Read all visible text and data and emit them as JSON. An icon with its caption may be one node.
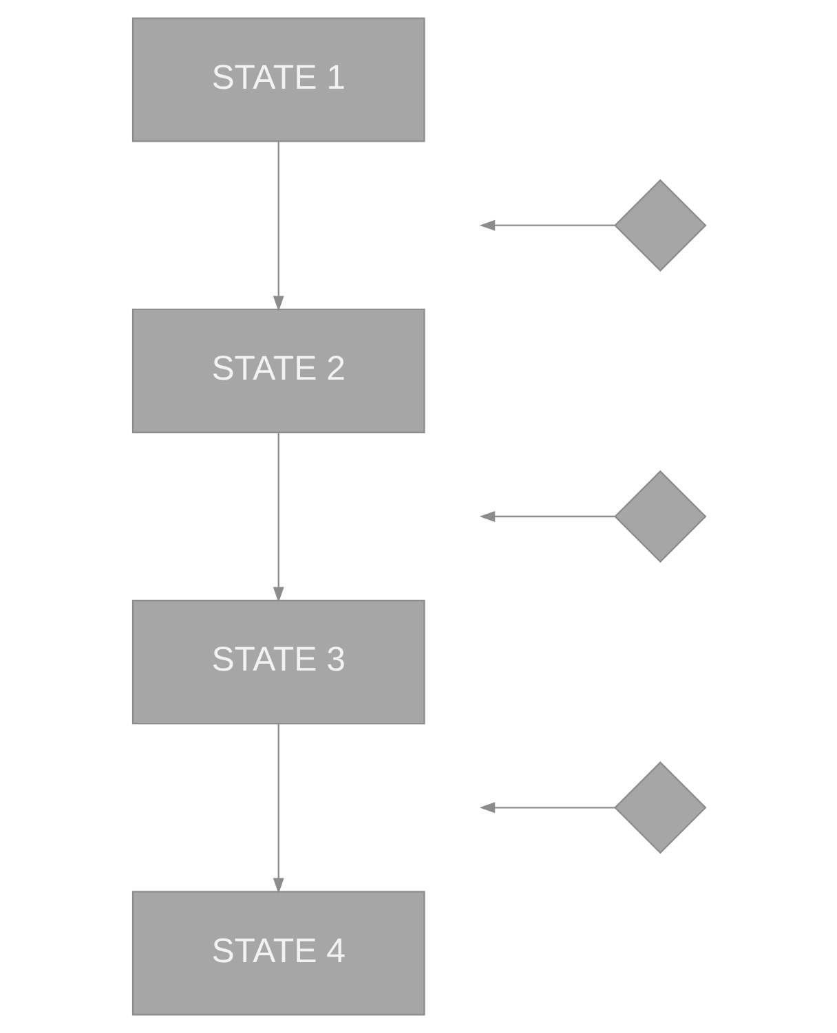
{
  "diagram": {
    "nodes": [
      {
        "text": [
          "STATE 1"
        ]
      },
      {
        "text": [
          "STATE 2"
        ]
      },
      {
        "text": [
          "STATE 3"
        ]
      },
      {
        "text": [
          "STATE 4"
        ]
      },
      {
        "text": [],
        "shape": "diamond"
      },
      {
        "text": [],
        "shape": "diamond"
      },
      {
        "text": [],
        "shape": "diamond"
      }
    ],
    "edges": [
      {
        "from": 0,
        "to": 1,
        "arrow": "to"
      },
      {
        "from": 4,
        "to": null,
        "arrow": "to"
      },
      {
        "from": 1,
        "to": 2,
        "arrow": "to"
      },
      {
        "from": 5,
        "to": null,
        "arrow": "to"
      },
      {
        "from": 2,
        "to": 3,
        "arrow": "to"
      },
      {
        "from": 6,
        "to": null,
        "arrow": "to"
      }
    ]
  }
}
